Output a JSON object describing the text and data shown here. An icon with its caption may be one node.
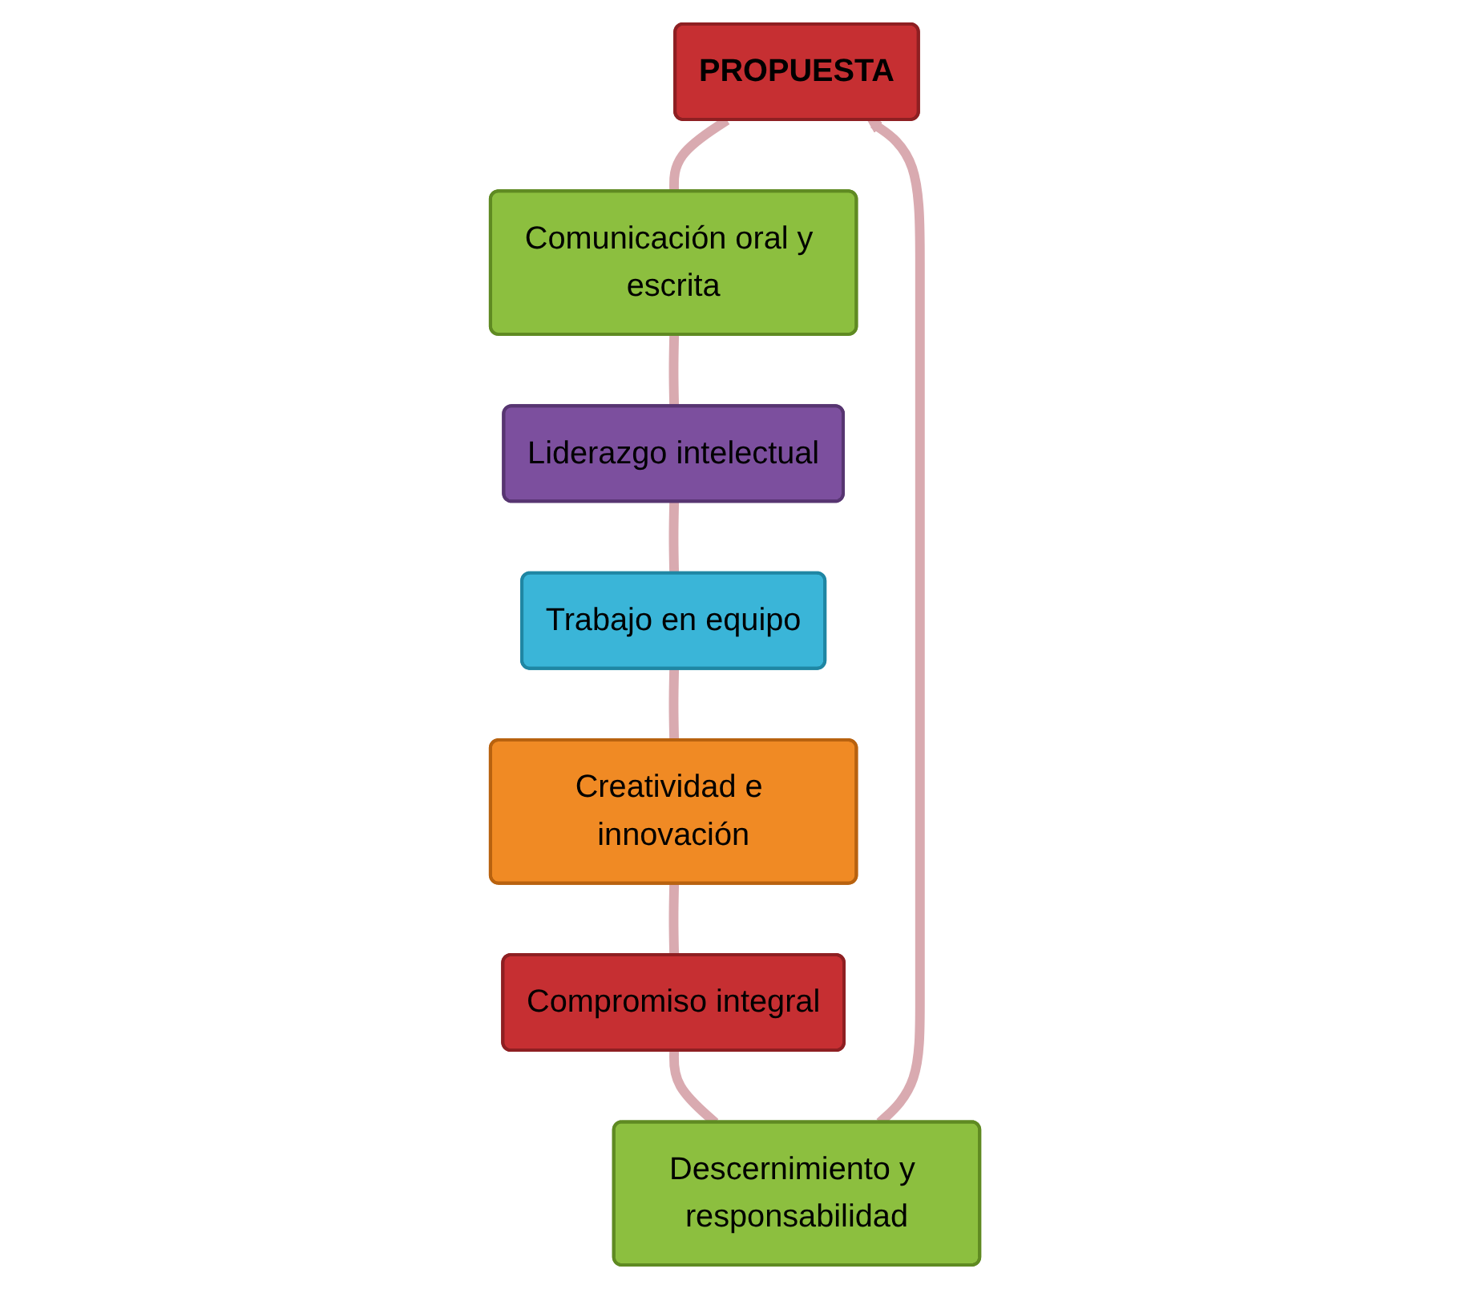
{
  "diagram": {
    "nodes": [
      {
        "text": [
          "PROPUESTA"
        ]
      },
      {
        "text": [
          "Comunicación oral y escrita"
        ]
      },
      {
        "text": [
          "Liderazgo intelectual"
        ]
      },
      {
        "text": [
          "Trabajo en equipo"
        ]
      },
      {
        "text": [
          "Creatividad e innovación"
        ]
      },
      {
        "text": [
          "Compromiso integral"
        ]
      },
      {
        "text": [
          "Descernimiento y responsabilidad"
        ]
      }
    ],
    "edges": [
      {
        "from": 0,
        "to": 1,
        "arrow": "none",
        "color": "#d9aab0"
      },
      {
        "from": 1,
        "to": 2,
        "arrow": "none",
        "color": "#d9aab0"
      },
      {
        "from": 2,
        "to": 3,
        "arrow": "none",
        "color": "#d9aab0"
      },
      {
        "from": 3,
        "to": 4,
        "arrow": "none",
        "color": "#d9aab0"
      },
      {
        "from": 4,
        "to": 5,
        "arrow": "none",
        "color": "#d9aab0"
      },
      {
        "from": 5,
        "to": 6,
        "arrow": "none",
        "color": "#d9aab0"
      },
      {
        "from": 6,
        "to": 0,
        "arrow": "to",
        "color": "#d9aab0"
      }
    ]
  }
}
